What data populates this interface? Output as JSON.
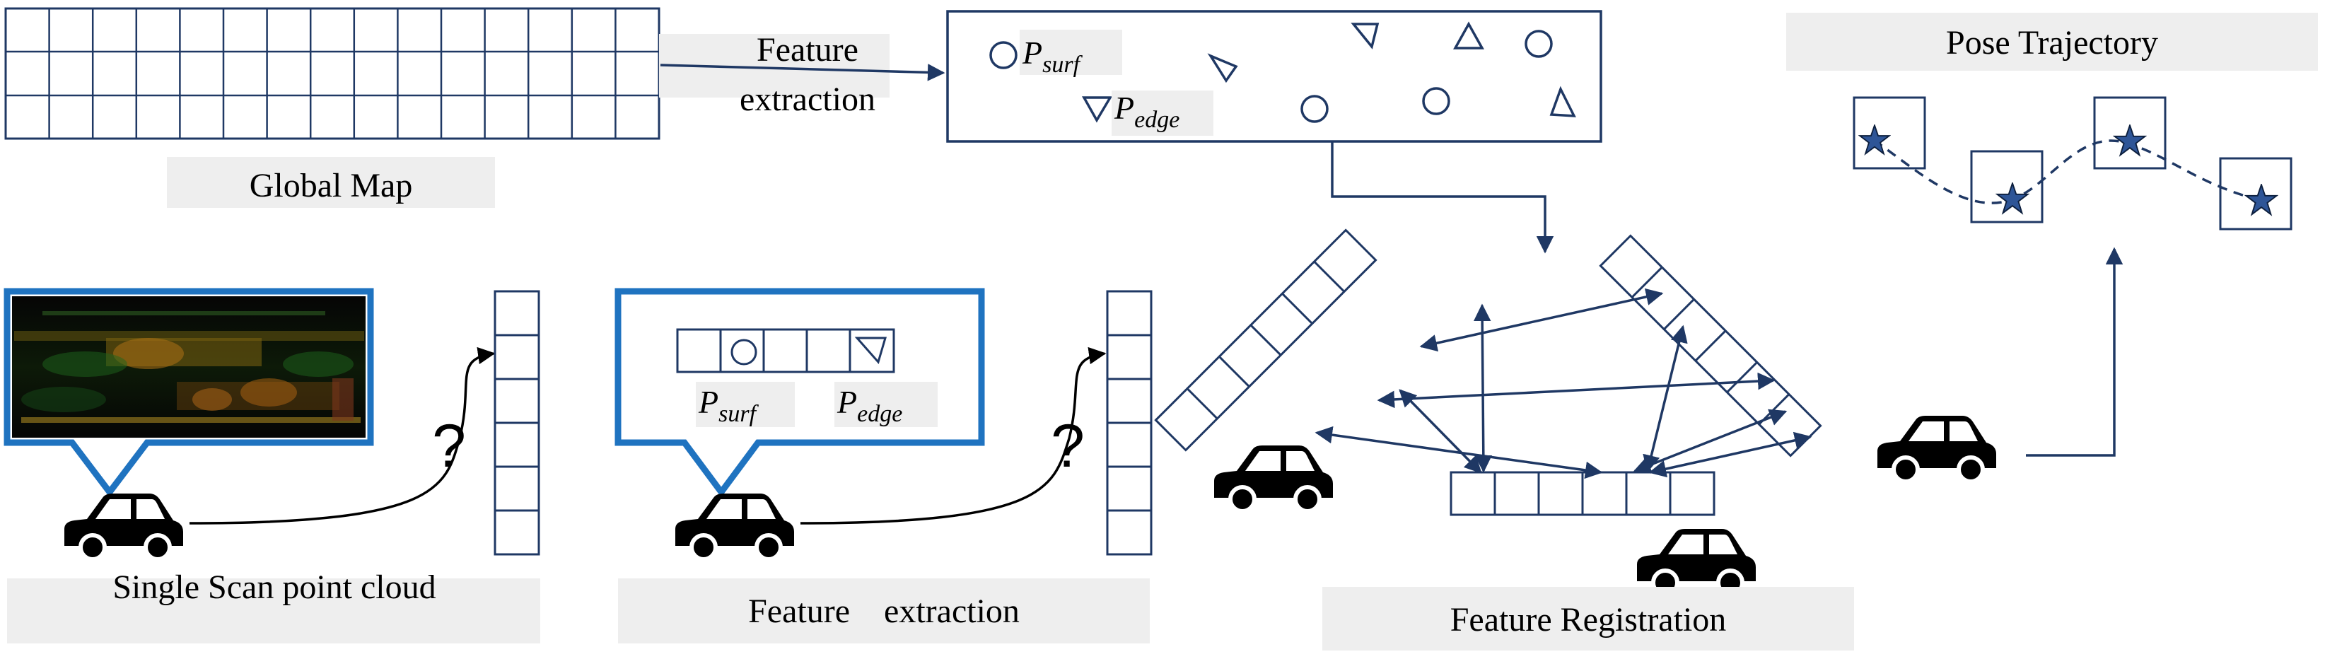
{
  "labels": {
    "global_map": "Global Map",
    "feature_extraction_arrow": [
      "Feature",
      "extraction"
    ],
    "pose_trajectory": "Pose Trajectory",
    "single_scan": "Single Scan point cloud",
    "feature_extraction_panel": "Feature    extraction",
    "feature_registration": "Feature Registration",
    "question_mark": "?"
  },
  "symbols": {
    "surf": {
      "base": "P",
      "sub": "surf"
    },
    "edge": {
      "base": "P",
      "sub": "edge"
    }
  },
  "colors": {
    "dark_navy": "#1f3864",
    "panel_blue": "#1f73c0",
    "label_bg": "#eeeeee",
    "star_fill": "#2e5597"
  },
  "icons": [
    "car-icon",
    "star-icon",
    "circle-feature-icon",
    "triangle-feature-icon",
    "point-cloud-image"
  ]
}
